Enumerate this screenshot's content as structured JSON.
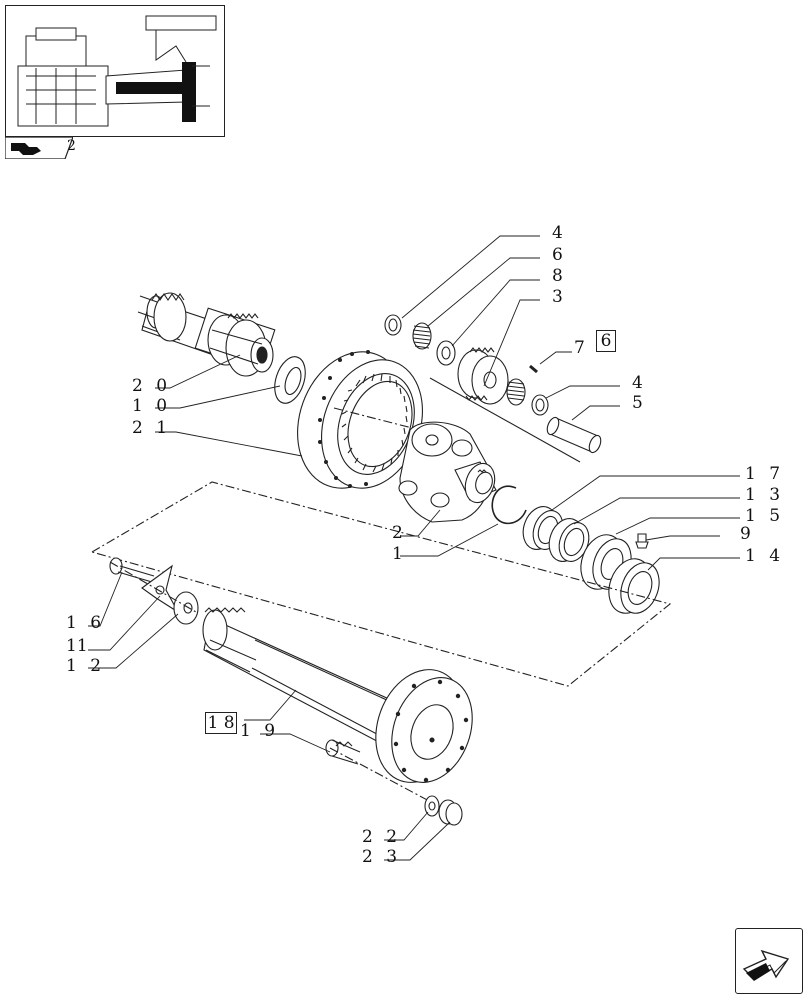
{
  "callouts": {
    "c4a": "4",
    "c6": "6",
    "c8": "8",
    "c3": "3",
    "c7": "7",
    "c6box": "6",
    "c4b": "4",
    "c5": "5",
    "c20": "2 0",
    "c10": "1 0",
    "c21": "2 1",
    "c17": "1 7",
    "c13": "1 3",
    "c15": "1 5",
    "c9": "9",
    "c14": "1 4",
    "c2": "2",
    "c1": "1",
    "c16": "1 6",
    "c11": "11",
    "c12": "1 2",
    "c18box": "1 8",
    "c19": "1 9",
    "c22": "2 2",
    "c23": "2 3"
  },
  "thumbnail_label": "2",
  "icons": {
    "thumbnail": "tractor-assembly-thumbnail",
    "tag": "book-tag-icon",
    "nav": "next-page-arrow-icon"
  }
}
